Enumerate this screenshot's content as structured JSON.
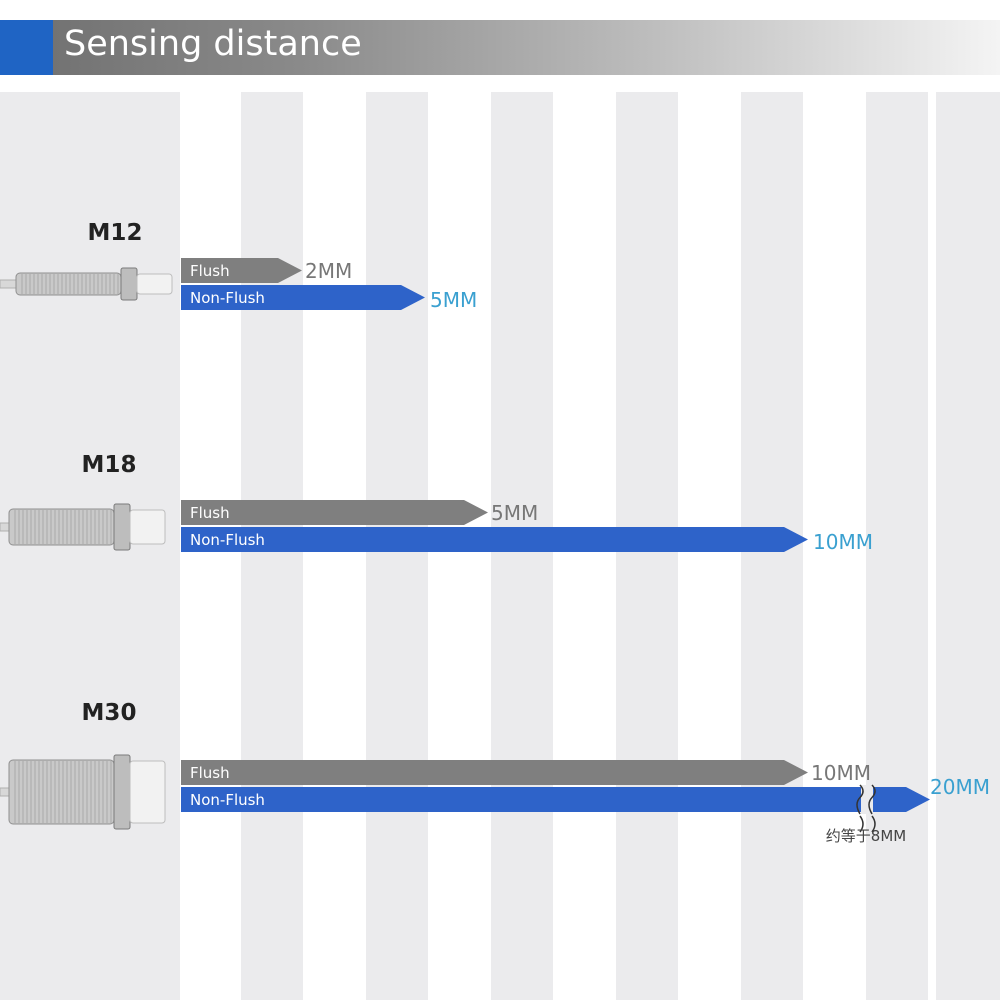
{
  "header": {
    "title": "Sensing distance"
  },
  "colors": {
    "accent": "#1f64c4",
    "flush": "#7f7f7f",
    "non_flush": "#2e63c9",
    "stripe": "#ebebed",
    "value_gray": "#777777",
    "value_blue": "#3aa0d0"
  },
  "chart_data": {
    "type": "bar",
    "orientation": "horizontal",
    "categories": [
      "M12",
      "M18",
      "M30"
    ],
    "series": [
      {
        "name": "Flush",
        "values": [
          2,
          5,
          10
        ],
        "value_labels": [
          "2MM",
          "5MM",
          "10MM"
        ]
      },
      {
        "name": "Non-Flush",
        "values": [
          5,
          10,
          20
        ],
        "value_labels": [
          "5MM",
          "10MM",
          "20MM"
        ]
      }
    ],
    "annotation": {
      "category": "M30",
      "series": "Non-Flush",
      "text": "约等于8MM",
      "break_at": 12
    },
    "unit": "MM",
    "grid": "vertical stripes",
    "xlim": [
      0,
      20
    ]
  }
}
